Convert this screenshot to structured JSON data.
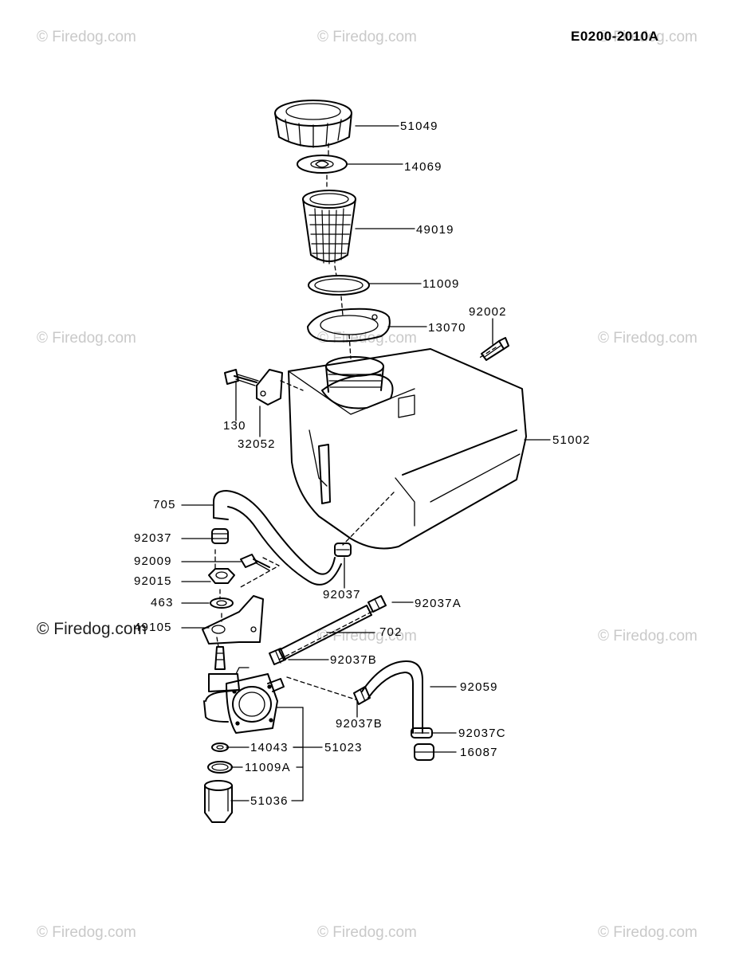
{
  "diagram_code": "E0200-2010A",
  "watermark": "© Firedog.com",
  "parts": {
    "p51049": "51049",
    "p14069": "14069",
    "p49019": "49019",
    "p11009": "11009",
    "p13070": "13070",
    "p92002": "92002",
    "p130": "130",
    "p32052": "32052",
    "p51002": "51002",
    "p705": "705",
    "p92037_left": "92037",
    "p92009": "92009",
    "p92015": "92015",
    "p463": "463",
    "p49105": "49105",
    "p92037_mid": "92037",
    "p92037A": "92037A",
    "p702": "702",
    "p92037B_upper": "92037B",
    "p92059": "92059",
    "p92037B_lower": "92037B",
    "p92037C": "92037C",
    "p16087": "16087",
    "p14043": "14043",
    "p51023": "51023",
    "p11009A": "11009A",
    "p51036": "51036"
  }
}
